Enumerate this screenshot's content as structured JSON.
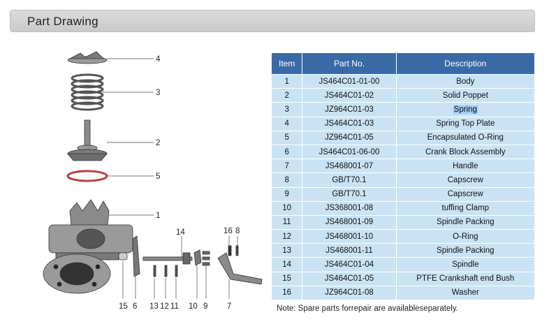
{
  "header": {
    "title": "Part Drawing"
  },
  "table": {
    "headers": [
      "Item",
      "Part No.",
      "Description"
    ],
    "rows": [
      {
        "item": "1",
        "part_no": "JS464C01-01-00",
        "description": "Body"
      },
      {
        "item": "2",
        "part_no": "JS464C01-02",
        "description": "Solid Poppet"
      },
      {
        "item": "3",
        "part_no": "JZ964C01-03",
        "description": "Spring"
      },
      {
        "item": "4",
        "part_no": "JS464C01-03",
        "description": "Spring Top Plate"
      },
      {
        "item": "5",
        "part_no": "JZ964C01-05",
        "description": "Encapsulated O-Ring"
      },
      {
        "item": "6",
        "part_no": "JS464C01-06-00",
        "description": "Crank Block Assembly"
      },
      {
        "item": "7",
        "part_no": "JS468001-07",
        "description": "Handle"
      },
      {
        "item": "8",
        "part_no": "GB/T70.1",
        "description": "Capscrew"
      },
      {
        "item": "9",
        "part_no": "GB/T70.1",
        "description": "Capscrew"
      },
      {
        "item": "10",
        "part_no": "JS368001-08",
        "description": "tuffing Clamp"
      },
      {
        "item": "11",
        "part_no": "JS468001-09",
        "description": "Spindle Packing"
      },
      {
        "item": "12",
        "part_no": "JS468001-10",
        "description": "O-Ring"
      },
      {
        "item": "13",
        "part_no": "JS468001-11",
        "description": "Spindle Packing"
      },
      {
        "item": "14",
        "part_no": "JS464C01-04",
        "description": "Spindle"
      },
      {
        "item": "15",
        "part_no": "JS464C01-05",
        "description": "PTFE Crankshaft end Bush"
      },
      {
        "item": "16",
        "part_no": "JZ964C01-08",
        "description": "Washer"
      }
    ]
  },
  "drawing": {
    "callouts": {
      "c4": "4",
      "c3": "3",
      "c2": "2",
      "c5": "5",
      "c1": "1",
      "c14": "14",
      "c16": "16",
      "c8": "8",
      "b15": "15",
      "b6": "6",
      "b13": "13",
      "b12": "12",
      "b11": "11",
      "b10": "10",
      "b9": "9",
      "b7": "7"
    }
  },
  "note": "Note: Spare parts forrepair are availableseparately.",
  "colors": {
    "header_blue": "#3a6aa6",
    "row_blue": "#c9e3f5",
    "highlight": "#9ec9f0"
  }
}
